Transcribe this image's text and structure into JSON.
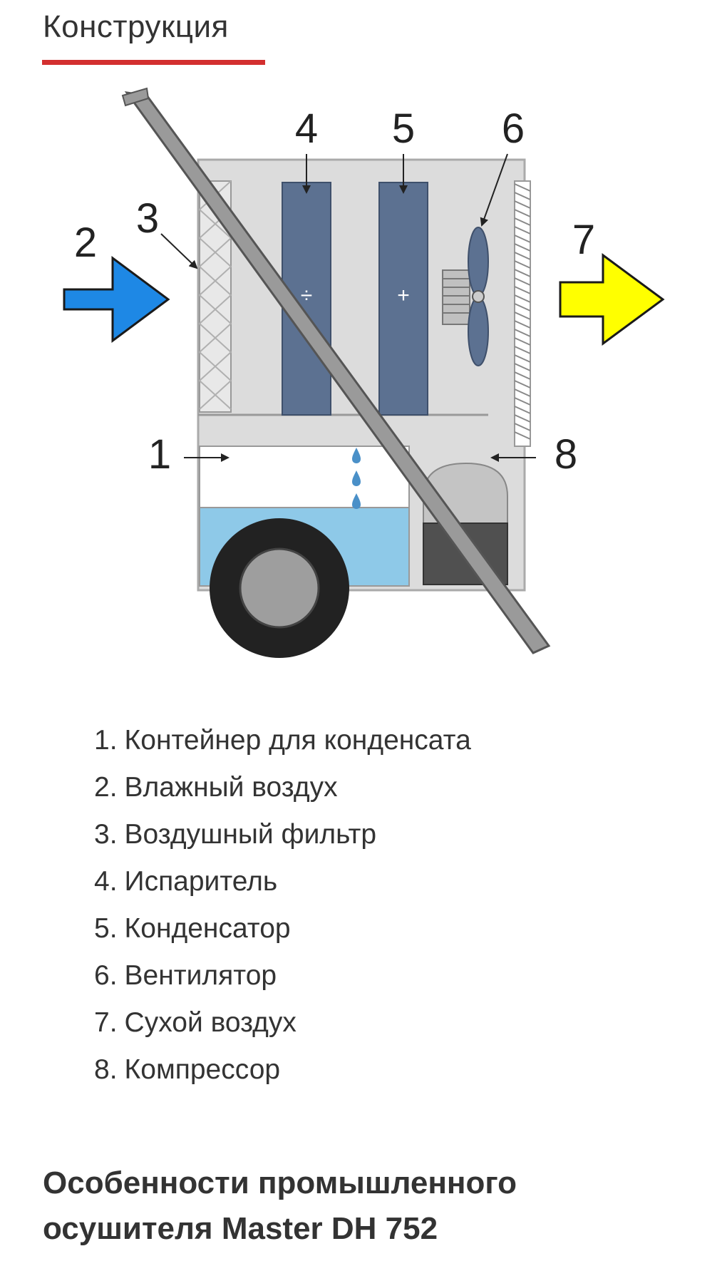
{
  "section": {
    "title": "Конструкция",
    "accent_color": "#d32f2f"
  },
  "diagram": {
    "callouts": {
      "n1": "1",
      "n2": "2",
      "n3": "3",
      "n4": "4",
      "n5": "5",
      "n6": "6",
      "n7": "7",
      "n8": "8"
    },
    "evaporator_symbol": "÷",
    "condenser_symbol": "+",
    "colors": {
      "inlet_arrow": "#1e88e5",
      "outlet_arrow": "#ffff00",
      "panel": "#5c7191",
      "water": "#8ec9e8",
      "body": "#dcdcdc",
      "handle": "#9a9a9a"
    },
    "icons": {
      "inlet": "arrow-right-icon",
      "outlet": "arrow-right-icon",
      "fan": "fan-icon",
      "water": "water-drop-icon"
    }
  },
  "legend": {
    "items": [
      {
        "num": "1.",
        "text": "Контейнер для конденсата"
      },
      {
        "num": "2.",
        "text": "Влажный воздух"
      },
      {
        "num": "3.",
        "text": "Воздушный фильтр"
      },
      {
        "num": "4.",
        "text": "Испаритель"
      },
      {
        "num": "5.",
        "text": "Конденсатор"
      },
      {
        "num": "6.",
        "text": "Вентилятор"
      },
      {
        "num": "7.",
        "text": "Сухой воздух"
      },
      {
        "num": "8.",
        "text": "Компрессор"
      }
    ]
  },
  "features": {
    "heading_line1": "Особенности промышленного",
    "heading_line2": "осушителя Master DH 752"
  }
}
